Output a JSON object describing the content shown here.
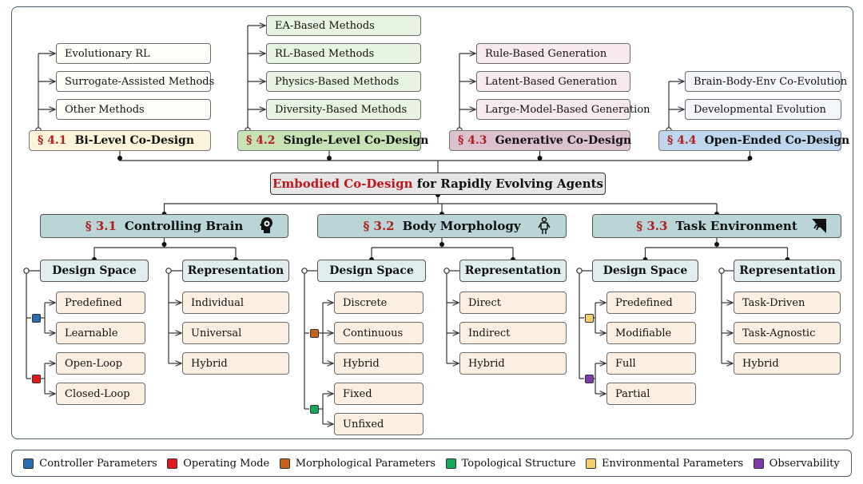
{
  "title": {
    "highlight": "Embodied Co-Design",
    "rest": " for Rapidly Evolving Agents"
  },
  "colors": {
    "blue": "#2b6cb0",
    "red": "#e01a1a",
    "orange": "#c8611a",
    "green": "#17a75a",
    "yellow": "#f5cf6e",
    "purple": "#7d3aa8"
  },
  "top": [
    {
      "num": "§ 4.1",
      "name": "Bi-Level Co-Design",
      "color": "#fdf3da",
      "leaf_color": "#fffdf8",
      "items": [
        "Evolutionary RL",
        "Surrogate-Assisted Methods",
        "Other Methods"
      ]
    },
    {
      "num": "§ 4.2",
      "name": "Single-Level Co-Design",
      "color": "#c7e2b4",
      "leaf_color": "#e9f3e2",
      "items": [
        "EA-Based Methods",
        "RL-Based Methods",
        "Physics-Based Methods",
        "Diversity-Based Methods"
      ]
    },
    {
      "num": "§ 4.3",
      "name": "Generative Co-Design",
      "color": "#dcc2cf",
      "leaf_color": "#f6eaf0",
      "items": [
        "Rule-Based Generation",
        "Latent-Based Generation",
        "Large-Model-Based Generation"
      ]
    },
    {
      "num": "§ 4.4",
      "name": "Open-Ended Co-Design",
      "color": "#bed6ee",
      "leaf_color": "#f3f7fc",
      "items": [
        "Brain-Body-Env Co-Evolution",
        "Developmental Evolution"
      ]
    }
  ],
  "bottom": [
    {
      "num": "§ 3.1",
      "name": "Controlling Brain",
      "icon": "brain-head-icon",
      "design_label": "Design Space",
      "repr_label": "Representation",
      "design_groups": [
        {
          "color_key": "blue",
          "legend": "Controller Parameters",
          "items": [
            "Predefined",
            "Learnable"
          ]
        },
        {
          "color_key": "red",
          "legend": "Operating Mode",
          "items": [
            "Open-Loop",
            "Closed-Loop"
          ]
        }
      ],
      "repr_items": [
        "Individual",
        "Universal",
        "Hybrid"
      ]
    },
    {
      "num": "§ 3.2",
      "name": "Body Morphology",
      "icon": "robot-body-icon",
      "design_label": "Design Space",
      "repr_label": "Representation",
      "design_groups": [
        {
          "color_key": "orange",
          "legend": "Morphological Parameters",
          "items": [
            "Discrete",
            "Continuous",
            "Hybrid"
          ]
        },
        {
          "color_key": "green",
          "legend": "Topological Structure",
          "items": [
            "Fixed",
            "Unfixed"
          ]
        }
      ],
      "repr_items": [
        "Direct",
        "Indirect",
        "Hybrid"
      ]
    },
    {
      "num": "§ 3.3",
      "name": "Task Environment",
      "icon": "climber-icon",
      "design_label": "Design Space",
      "repr_label": "Representation",
      "design_groups": [
        {
          "color_key": "yellow",
          "legend": "Environmental Parameters",
          "items": [
            "Predefined",
            "Modifiable"
          ]
        },
        {
          "color_key": "purple",
          "legend": "Observability",
          "items": [
            "Full",
            "Partial"
          ]
        }
      ],
      "repr_items": [
        "Task-Driven",
        "Task-Agnostic",
        "Hybrid"
      ]
    }
  ],
  "legend": [
    {
      "label": "Controller Parameters",
      "color_key": "blue"
    },
    {
      "label": "Operating Mode",
      "color_key": "red"
    },
    {
      "label": "Morphological Parameters",
      "color_key": "orange"
    },
    {
      "label": "Topological Structure",
      "color_key": "green"
    },
    {
      "label": "Environmental Parameters",
      "color_key": "yellow"
    },
    {
      "label": "Observability",
      "color_key": "purple"
    }
  ]
}
